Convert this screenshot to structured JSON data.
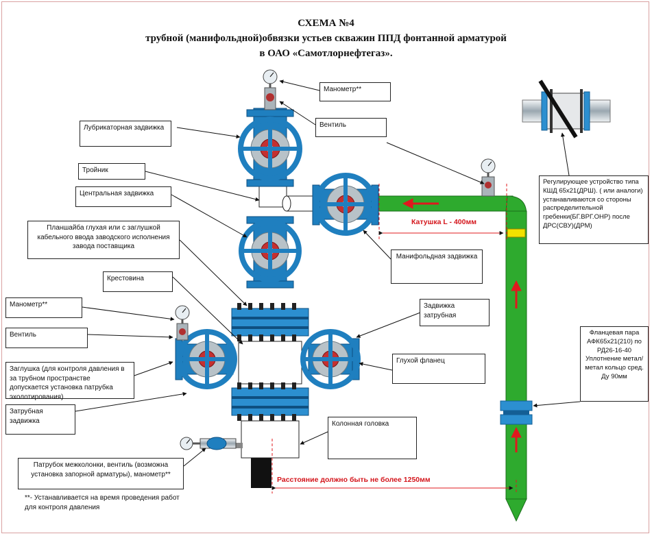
{
  "title": {
    "line1": "СХЕМА №4",
    "line2": "трубной (манифольдной)обвязки устьев скважин ППД фонтанной арматурой",
    "line3": "в  ОАО «Самотлорнефтегаз»."
  },
  "labels": {
    "manometer_top": "Манометр**",
    "ventil_top": "Вентиль",
    "lubricator_valve": "Лубрикаторная задвижка",
    "tee": "Тройник",
    "central_valve": "Центральная задвижка",
    "plate": "Планшайба  глухая или с заглушкой кабельного ввода заводского исполнения завода поставщика",
    "cross": "Крестовина",
    "manometer_left": "Манометр**",
    "ventil_left": "Вентиль",
    "plug": "Заглушка (для контроля давления в за трубном  пространстве допускается установка патрубка эхолотирования)",
    "annulus_valve_left": "Затрубная задвижка",
    "annulus_valve_right": "Задвижка затрубная",
    "blind_flange": "Глухой фланец",
    "manifold_valve": "Манифольдная задвижка",
    "column_head": "Колонная  головка",
    "branch_pipe": "Патрубок межколонки, вентиль (возможна установка запорной арматуры), манометр**",
    "regulator": "Регулирующее  устройство типа КШД 65х21(ДРШ). ( или аналоги) устанавливаются  со стороны  распределительной гребенки(БГ.ВРГ.ОНР) после ДРС(СВУ)(ДРМ)",
    "flange_pair": "Фланцевая пара АФК65х21(210) по РД26-16-40 Уплотнение метал/метал кольцо сред. Ду 90мм",
    "spool": "Катушка L - 400мм",
    "distance": "Расстояние  должно быть не более 1250мм",
    "footnote": "**- Устанавливается  на время проведения работ для контроля  давления"
  },
  "colors": {
    "valve_blue": "#1f7fbf",
    "valve_dark": "#145f95",
    "pipe_green": "#2eaa2e",
    "arrow_red": "#e0181e",
    "label_red": "#d4161c",
    "flange_blue": "#2c8fd0"
  }
}
